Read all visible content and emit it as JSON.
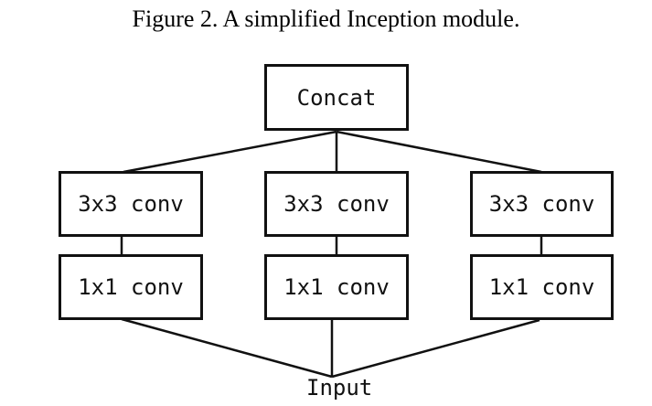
{
  "figure": {
    "caption": "Figure 2. A simplified Inception module."
  },
  "diagram": {
    "nodes": {
      "concat": "Concat",
      "conv3_left": "3x3 conv",
      "conv3_mid": "3x3 conv",
      "conv3_right": "3x3 conv",
      "conv1_left": "1x1 conv",
      "conv1_mid": "1x1 conv",
      "conv1_right": "1x1 conv",
      "input": "Input"
    },
    "colors": {
      "line": "#111111",
      "border": "#111111",
      "text": "#111111",
      "background": "#ffffff"
    }
  }
}
